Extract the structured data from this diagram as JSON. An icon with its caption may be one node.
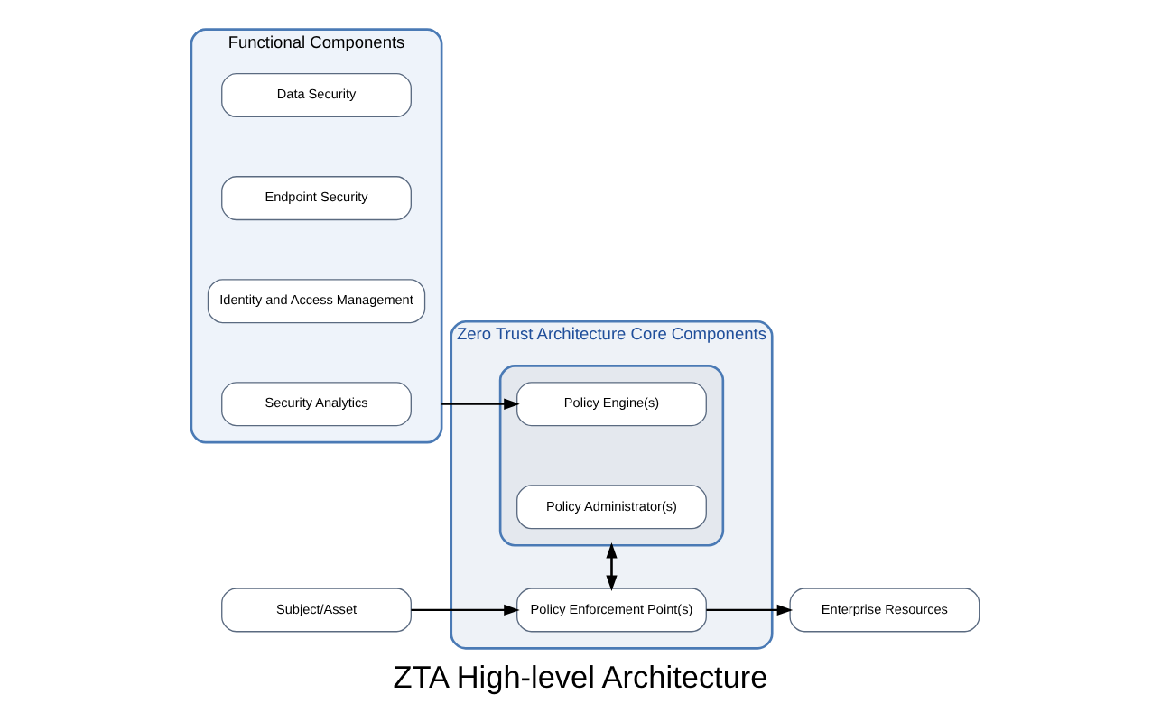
{
  "diagram": {
    "caption": "ZTA High-level Architecture",
    "nodes": [
      {
        "text": [
          "Functional Components"
        ]
      },
      {
        "text": [
          "Data Security"
        ],
        "in": 0
      },
      {
        "text": [
          "Endpoint Security"
        ],
        "in": 0
      },
      {
        "text": [
          "Identity and Access Management"
        ],
        "in": 0
      },
      {
        "text": [
          "Security Analytics"
        ],
        "in": 0
      },
      {
        "text": [
          "Zero Trust Architecture Core Components"
        ]
      },
      {
        "text": [],
        "shape": "box",
        "in": 5
      },
      {
        "text": [
          "Policy Engine(s)"
        ],
        "in": 6
      },
      {
        "text": [
          "Policy Administrator(s)"
        ],
        "in": 6
      },
      {
        "text": [
          "Policy Enforcement Point(s)"
        ],
        "in": 5
      },
      {
        "text": [
          "Subject/Asset"
        ]
      },
      {
        "text": [
          "Enterprise Resources"
        ]
      }
    ],
    "edges": [
      {
        "from": 0,
        "to": 7,
        "arrow": "to"
      },
      {
        "from": 6,
        "to": 9,
        "arrow": "to"
      },
      {
        "from": 9,
        "to": 6,
        "arrow": "to"
      },
      {
        "from": 10,
        "to": 9,
        "arrow": "to"
      },
      {
        "from": 9,
        "to": 11,
        "arrow": "to"
      }
    ]
  }
}
